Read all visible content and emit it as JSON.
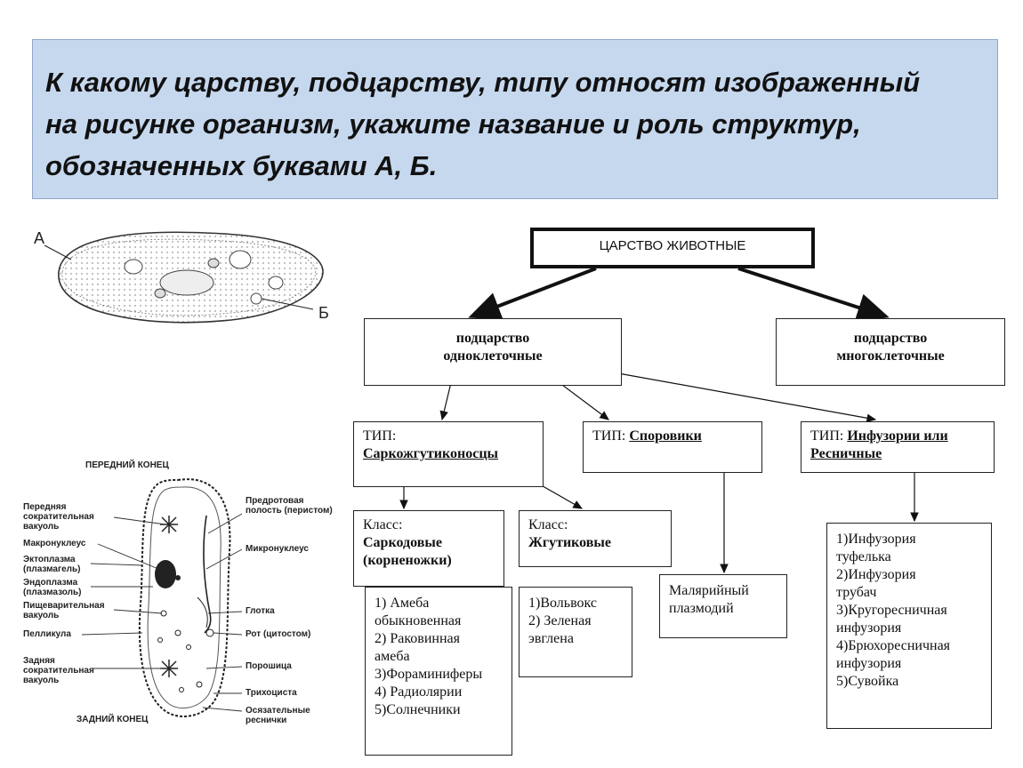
{
  "question": {
    "lines": [
      "К какому царству, подцарству, типу относят изображенный",
      "на рисунке организм, укажите название и роль структур,",
      "обозначенных буквами А, Б."
    ]
  },
  "organism_top": {
    "label_a": "А",
    "label_b": "Б"
  },
  "organism_diagram": {
    "front": "ПЕРЕДНИЙ КОНЕЦ",
    "back": "ЗАДНИЙ КОНЕЦ",
    "left_labels": [
      "Передняя сократительная вакуоль",
      "Макронуклеус",
      "Эктоплазма (плазмагель)",
      "Эндоплазма (плазмазоль)",
      "Пищеварительная вакуоль",
      "Пелликула",
      "Задняя сократительная вакуоль"
    ],
    "right_labels": [
      "Предротовая полость (перистом)",
      "Микронуклеус",
      "Глотка",
      "Рот (цитостом)",
      "Порошица",
      "Трихоциста",
      "Осязательные реснички"
    ]
  },
  "tree": {
    "kingdom": "ЦАРСТВО ЖИВОТНЫЕ",
    "sub_uni": [
      "подцарство",
      "одноклеточные"
    ],
    "sub_multi": [
      "подцарство",
      "многоклеточные"
    ],
    "type1_prefix": "ТИП:",
    "type1_name": "Саркожгутиконосцы",
    "type2_prefix": "ТИП:",
    "type2_name": "Споровики",
    "type3_prefix": "ТИП:",
    "type3_name_1": "Инфузории или",
    "type3_name_2": "Ресничные",
    "class1_prefix": "Класс:",
    "class1_name_1": "Саркодовые",
    "class1_name_2": "(корненожки)",
    "class2_prefix": "Класс:",
    "class2_name": "Жгутиковые",
    "list_sarcodina": [
      "1) Амеба",
      "обыкновенная",
      "2) Раковинная",
      "амеба",
      "3)Фораминиферы",
      "4) Радиолярии",
      "5)Солнечники"
    ],
    "list_flagellata": [
      "1)Вольвокс",
      "2) Зеленая",
      "эвглена"
    ],
    "sporozoa_example": [
      "Малярийный",
      "плазмодий"
    ],
    "list_ciliates": [
      "1)Инфузория",
      "туфелька",
      "2)Инфузория",
      "трубач",
      "3)Кругоресничная",
      "инфузория",
      "4)Брюхоресничная",
      "инфузория",
      "5)Сувойка"
    ]
  }
}
